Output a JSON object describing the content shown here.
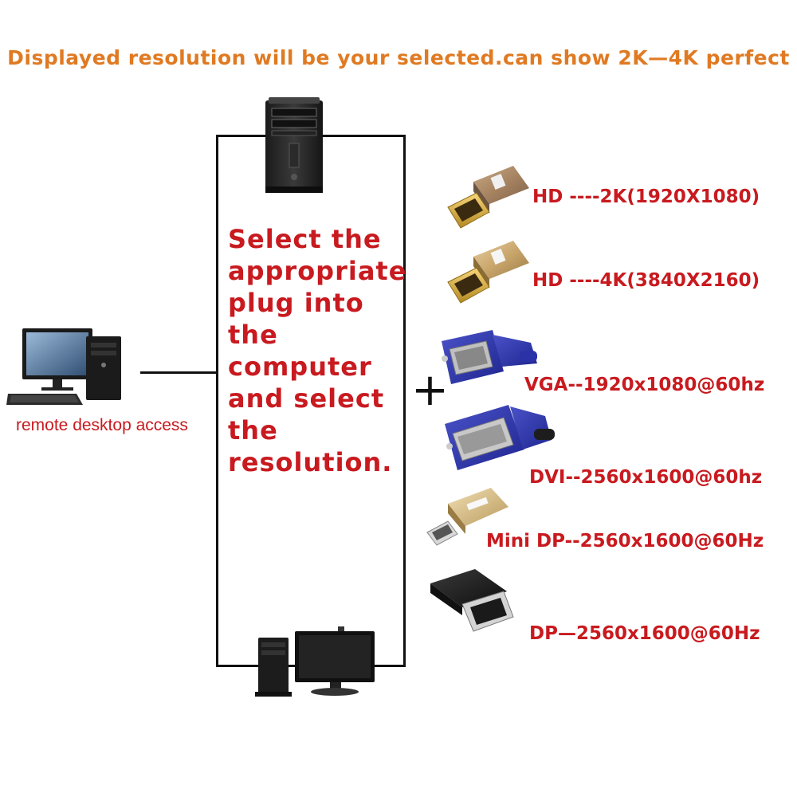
{
  "headline": "Displayed resolution will be your selected.can show 2K—4K perfect",
  "center_text": [
    "Select the",
    "appropriate",
    "plug into",
    "the",
    "computer",
    "and select",
    "the",
    "resolution."
  ],
  "remote_label": "remote desktop access",
  "plus_symbol": "+",
  "connectors": [
    {
      "name": "hdmi-2k",
      "label": "HD  ----2K(1920X1080)"
    },
    {
      "name": "hdmi-4k",
      "label": "HD  ----4K(3840X2160)"
    },
    {
      "name": "vga",
      "label": "VGA--1920x1080@60hz"
    },
    {
      "name": "dvi",
      "label": "DVI--2560x1600@60hz"
    },
    {
      "name": "mini-dp",
      "label": "Mini DP--2560x1600@60Hz"
    },
    {
      "name": "dp",
      "label": "DP—2560x1600@60Hz"
    }
  ],
  "colors": {
    "headline": "#e07a22",
    "red_text": "#c81a1f",
    "line": "#111111"
  }
}
